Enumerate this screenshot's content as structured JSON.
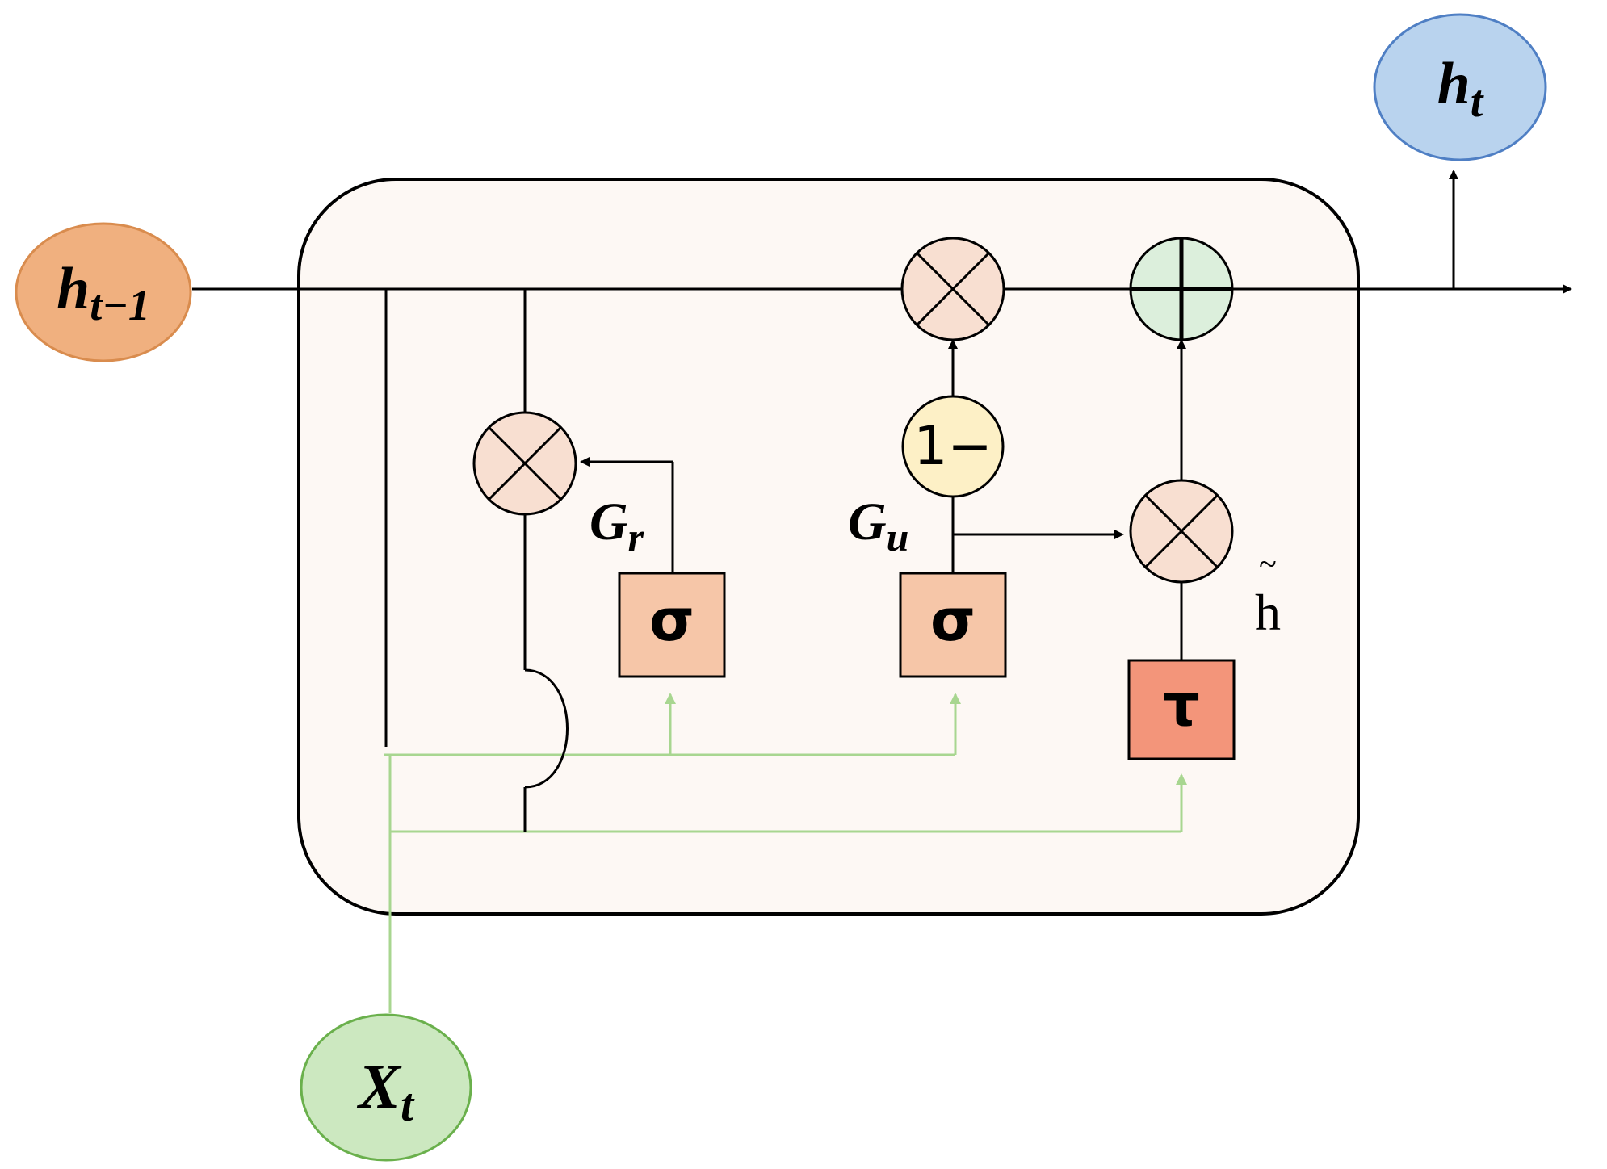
{
  "nodes": {
    "h_prev": {
      "main": "h",
      "sub": "t−1",
      "fill": "#f0b07f",
      "stroke": "#d98c4e"
    },
    "h_out": {
      "main": "h",
      "sub": "t",
      "fill": "#b9d3ee",
      "stroke": "#4f7fc4"
    },
    "x_in": {
      "main": "X",
      "sub": "t",
      "fill": "#cce8c0",
      "stroke": "#6ab04c"
    }
  },
  "gates": {
    "reset_label": {
      "main": "G",
      "sub": "r"
    },
    "update_label": {
      "main": "G",
      "sub": "u"
    },
    "sigma_reset": "σ",
    "sigma_update": "σ",
    "tanh": "τ",
    "one_minus": "1−",
    "candidate": "h",
    "candidate_mark": "~"
  },
  "colors": {
    "cell_fill": "#fdf8f4",
    "multiply_fill": "#f8dfd1",
    "add_fill": "#dcefdc",
    "one_minus_fill": "#fdf0c6",
    "sigma_fill": "#f6c6a8",
    "tanh_fill": "#f3957a",
    "input_line": "#a8d690",
    "line": "#000000"
  }
}
